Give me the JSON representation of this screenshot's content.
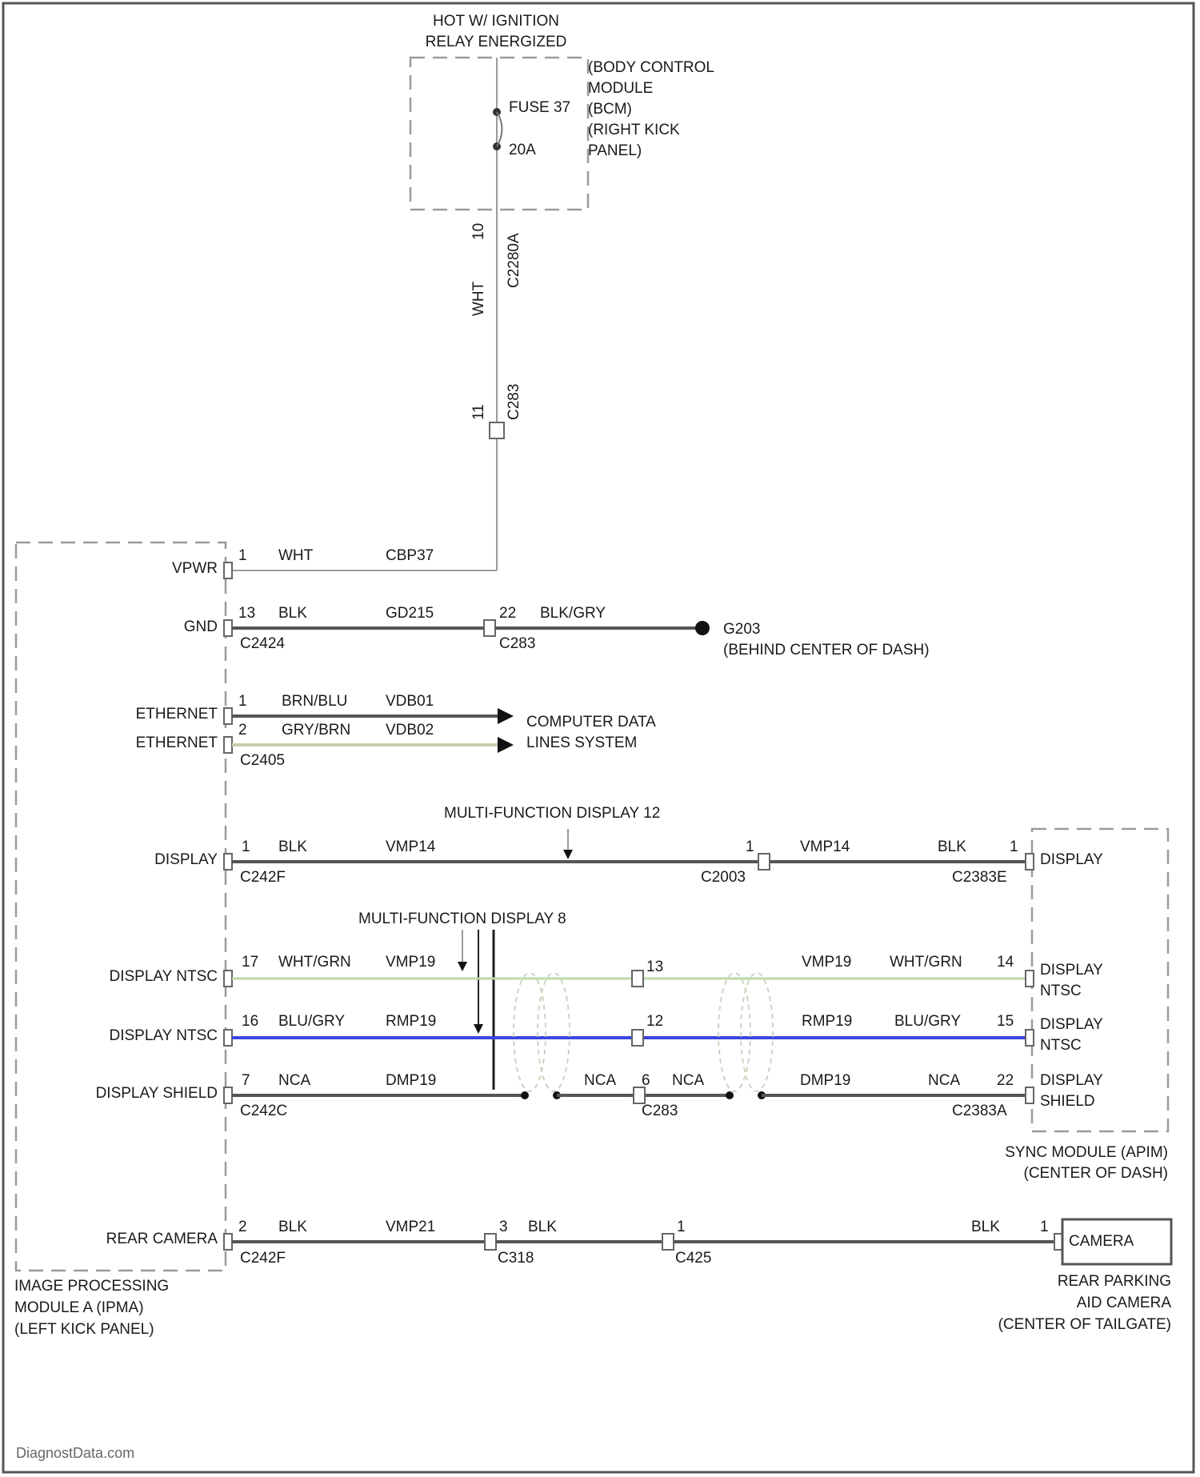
{
  "diagram": {
    "source": {
      "label_line1": "HOT W/ IGNITION",
      "label_line2": "RELAY ENERGIZED",
      "fuse": "FUSE 37",
      "rating": "20A",
      "bcm_lines": [
        "(BODY CONTROL",
        "MODULE",
        "(BCM)",
        "(RIGHT KICK",
        "PANEL)"
      ],
      "pin_top": "10",
      "wire_color": "WHT",
      "connector_top": "C2280A",
      "pin_mid": "11",
      "connector_mid": "C283"
    },
    "ipma": {
      "pins": {
        "vpwr": "VPWR",
        "gnd": "GND",
        "eth1": "ETHERNET",
        "eth2": "ETHERNET",
        "display": "DISPLAY",
        "ntsc1": "DISPLAY NTSC",
        "ntsc2": "DISPLAY NTSC",
        "shield": "DISPLAY SHIELD",
        "rear": "REAR CAMERA"
      },
      "caption_lines": [
        "IMAGE PROCESSING",
        "MODULE A (IPMA)",
        "(LEFT KICK PANEL)"
      ]
    },
    "circuits": {
      "vpwr": {
        "pin": "1",
        "color": "WHT",
        "circuit": "CBP37"
      },
      "gnd": {
        "pin": "13",
        "color": "BLK",
        "circuit": "GD215",
        "conn": "C2424",
        "pin2": "22",
        "color2": "BLK/GRY",
        "conn2": "C283",
        "ground": "G203",
        "ground_loc": "(BEHIND CENTER OF DASH)"
      },
      "eth1": {
        "pin": "1",
        "color": "BRN/BLU",
        "circuit": "VDB01"
      },
      "eth2": {
        "pin": "2",
        "color": "GRY/BRN",
        "circuit": "VDB02",
        "conn": "C2405"
      },
      "eth_target_lines": [
        "COMPUTER DATA",
        "LINES SYSTEM"
      ],
      "display": {
        "pin": "1",
        "color": "BLK",
        "circuit": "VMP14",
        "conn": "C242F",
        "pin2": "1",
        "circuit2": "VMP14",
        "conn2": "C2003",
        "color3": "BLK",
        "pin3": "1",
        "conn3": "C2383E"
      },
      "mfd12": "MULTI-FUNCTION DISPLAY 12",
      "mfd8": "MULTI-FUNCTION DISPLAY 8",
      "ntsc1": {
        "pin": "17",
        "color": "WHT/GRN",
        "circuit": "VMP19",
        "pin2": "13",
        "circuit2": "VMP19",
        "color2": "WHT/GRN",
        "pin3": "14"
      },
      "ntsc2": {
        "pin": "16",
        "color": "BLU/GRY",
        "circuit": "RMP19",
        "pin2": "12",
        "circuit2": "RMP19",
        "color2": "BLU/GRY",
        "pin3": "15"
      },
      "shield": {
        "pin": "7",
        "color": "NCA",
        "circuit": "DMP19",
        "conn": "C242C",
        "color_mid": "NCA",
        "pin2": "6",
        "color2": "NCA",
        "conn2": "C283",
        "circuit2": "DMP19",
        "color3": "NCA",
        "pin3": "22",
        "conn3": "C2383A"
      },
      "rear": {
        "pin": "2",
        "color": "BLK",
        "circuit": "VMP21",
        "conn": "C242F",
        "pin2": "3",
        "color2": "BLK",
        "conn2": "C318",
        "pin3": "1",
        "conn3": "C425",
        "color3": "BLK",
        "pin4": "1"
      }
    },
    "sync": {
      "display": "DISPLAY",
      "ntsc1": [
        "DISPLAY",
        "NTSC"
      ],
      "ntsc2": [
        "DISPLAY",
        "NTSC"
      ],
      "shield": [
        "DISPLAY",
        "SHIELD"
      ],
      "caption_lines": [
        "SYNC MODULE (APIM)",
        "(CENTER OF DASH)"
      ]
    },
    "camera": {
      "box_label": "CAMERA",
      "caption_lines": [
        "REAR PARKING",
        "AID CAMERA",
        "(CENTER OF TAILGATE)"
      ]
    },
    "colors": {
      "ntsc_green": "#bcd9a8",
      "ntsc_blue": "#3b45e0",
      "wire_dark": "#555555"
    },
    "watermark": "DiagnostData.com"
  }
}
